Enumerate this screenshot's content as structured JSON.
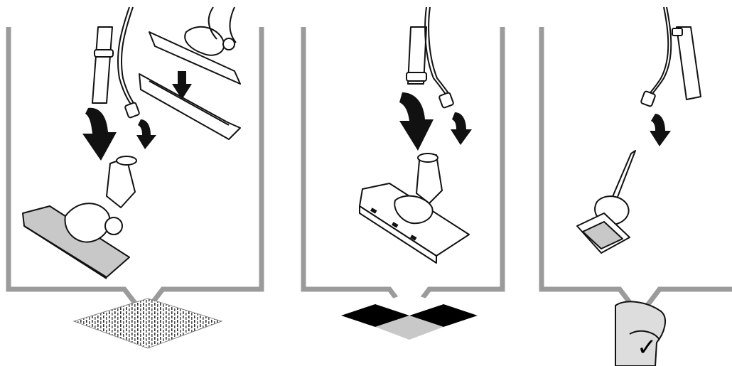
{
  "colors": {
    "frame": "#9b9b9b",
    "ink": "#111111",
    "nozzle_grey": "#c8c8c8",
    "tile_dark": "#000000",
    "tile_light": "#c8c8c8",
    "background": "#ffffff"
  },
  "panels": [
    {
      "id": "carpet",
      "surface": "carpet",
      "nozzle": "floor-nozzle-turbo"
    },
    {
      "id": "hard-floor",
      "surface": "tiles",
      "nozzle": "floor-nozzle-hard"
    },
    {
      "id": "upholstery",
      "surface": "upholstery",
      "nozzle": "upholstery-brush",
      "check_mark": "✓"
    }
  ]
}
